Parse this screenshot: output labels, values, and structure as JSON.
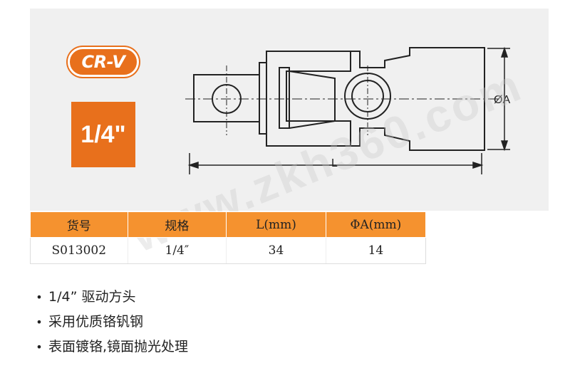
{
  "badge": {
    "material": "CR-V"
  },
  "size": {
    "label": "1/4\""
  },
  "drawing": {
    "dimension_length": "L",
    "dimension_diameter": "ØA"
  },
  "watermark": "www.zkh360.com",
  "table": {
    "headers": [
      "货号",
      "规格",
      "L(mm)",
      "ΦA(mm)"
    ],
    "rows": [
      [
        "S013002",
        "1/4″",
        "34",
        "14"
      ]
    ]
  },
  "features": [
    "1/4” 驱动方头",
    "采用优质铬钒钢",
    "表面镀铬,镜面抛光处理"
  ],
  "colors": {
    "accent": "#e8701c",
    "table_header": "#f5922f",
    "panel": "#f0f0f0"
  }
}
